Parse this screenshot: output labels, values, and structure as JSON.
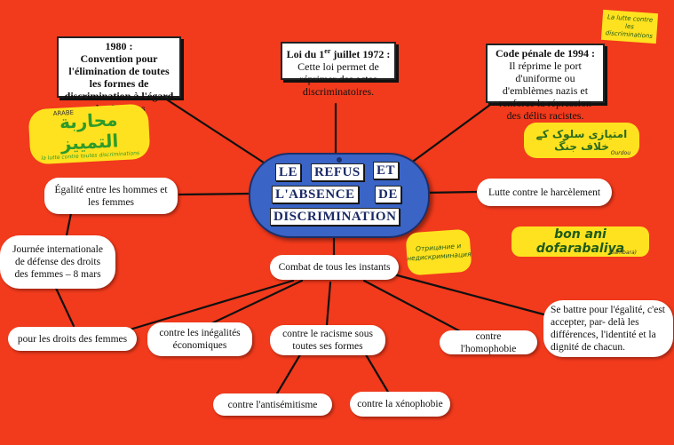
{
  "center": {
    "words": [
      "LE",
      "REFUS",
      "ET",
      "L'ABSENCE",
      "DE",
      "DISCRIMINATION"
    ]
  },
  "dates": {
    "d1980_title": "1980 :",
    "d1980_text": "Convention pour l'élimination de toutes les formes de discrimination à l'égard des femmes",
    "d1972_title_pre": "Loi du 1",
    "d1972_title_sup": "er",
    "d1972_title_post": " juillet 1972 :",
    "d1972_text": "Cette loi permet de réprimer des actes discriminatoires.",
    "d1994_title": "Code pénale de 1994 :",
    "d1994_text": "Il réprime le port d'uniforme ou d'emblèmes nazis et renforce la répression des délits racistes."
  },
  "bubbles": {
    "egalite": "Égalité entre les hommes et les femmes",
    "journee": "Journée internationale de défense des droits des femmes – 8 mars",
    "droits_femmes": "pour les droits des femmes",
    "harcelement": "Lutte contre le harcèlement",
    "combat": "Combat de tous les instants",
    "inegalites": "contre les inégalités économiques",
    "racisme": "contre le racisme sous toutes ses formes",
    "homophobie": "contre l'homophobie",
    "egalite_long": "Se battre pour l'égalité, c'est accepter, par- delà les différences, l'identité et la dignité de chacun.",
    "antisemitisme": "contre l'antisémitisme",
    "xenophobie": "contre la xénophobie"
  },
  "stickies": {
    "arabic_label": "ARABE",
    "arabic_text": "محاربة التمييز",
    "arabic_note": "la lutte contre toutes discriminations",
    "urdu_text": "امتیازی سلوک کے خلاف جنگ",
    "urdu_note": "Ourdou",
    "russian_text": "Отрицание и недискриминация",
    "bambara_text": "bon ani dofarabaliya",
    "bambara_note": "(bambara)",
    "corner_text": "La lutte contre les discriminations"
  },
  "colors": {
    "background": "#f23a1c",
    "center": "#3a64c5",
    "sticky": "#ffe21f",
    "arabic_ink": "#2e9b2a",
    "line": "#111111"
  }
}
